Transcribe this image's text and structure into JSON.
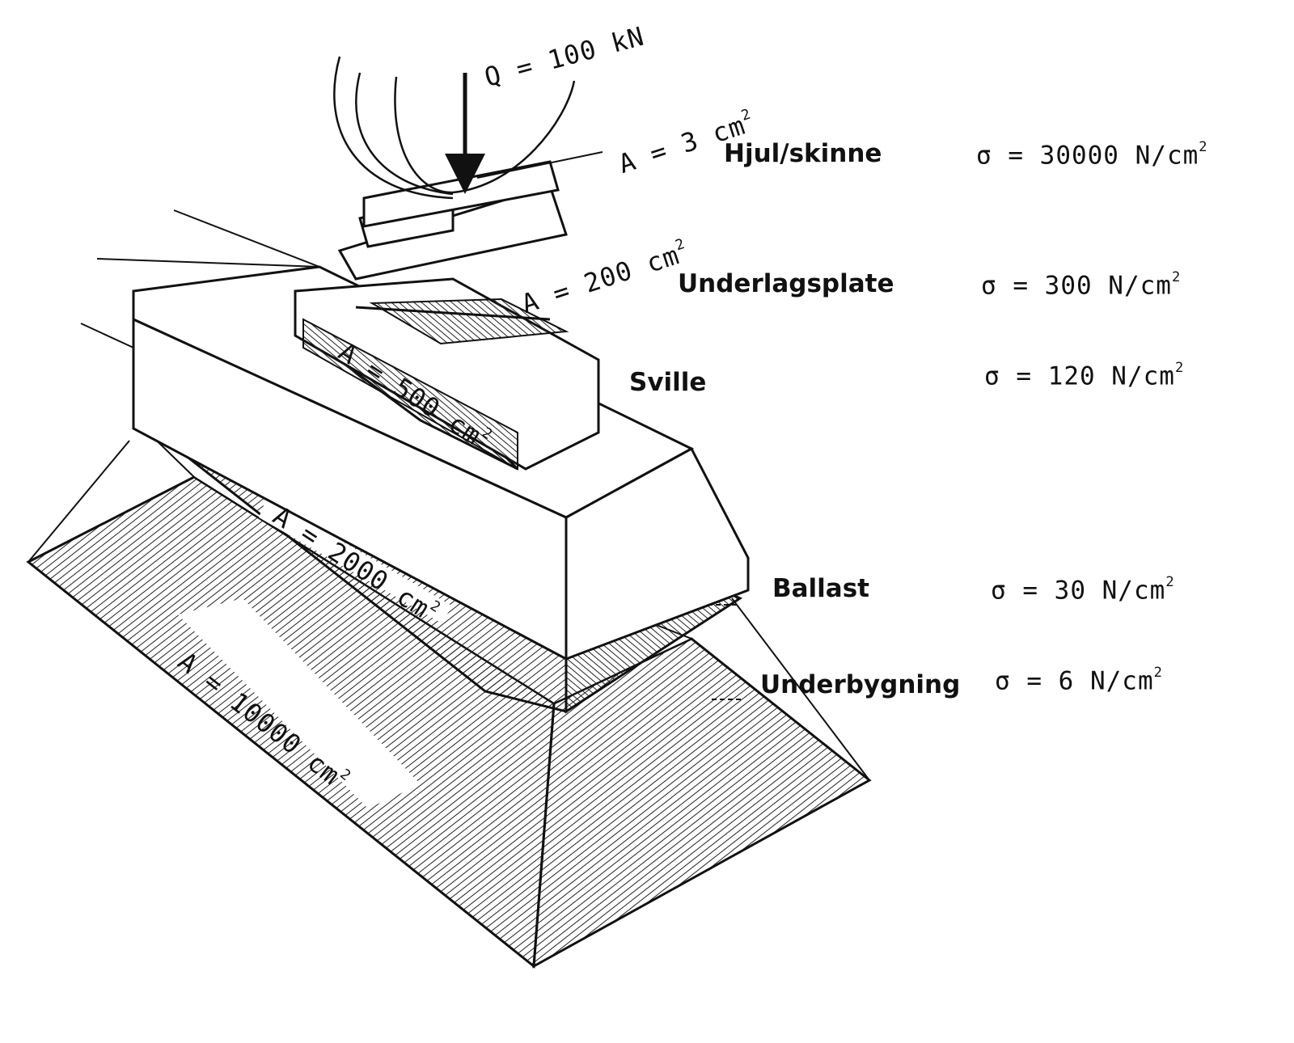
{
  "load": {
    "label": "Q = 100 kN"
  },
  "areas": [
    {
      "id": "a3",
      "label": "A = 3 cm",
      "exp": "2"
    },
    {
      "id": "a200",
      "label": "A = 200 cm",
      "exp": "2"
    },
    {
      "id": "a500",
      "label": "A = 500 cm",
      "exp": "2"
    },
    {
      "id": "a2000",
      "label": "A = 2000 cm",
      "exp": "2"
    },
    {
      "id": "a10000",
      "label": "A = 10000 cm",
      "exp": "2"
    }
  ],
  "layers": [
    {
      "name": "Hjul/skinne",
      "sigma": "σ = 30000  N/cm",
      "exp": "2"
    },
    {
      "name": "Underlagsplate",
      "sigma": "σ =    300  N/cm",
      "exp": "2"
    },
    {
      "name": "Sville",
      "sigma": "σ =    120  N/cm",
      "exp": "2"
    },
    {
      "name": "Ballast",
      "sigma": "σ =      30  N/cm",
      "exp": "2"
    },
    {
      "name": "Underbygning",
      "sigma": "σ =        6  N/cm",
      "exp": "2"
    }
  ]
}
